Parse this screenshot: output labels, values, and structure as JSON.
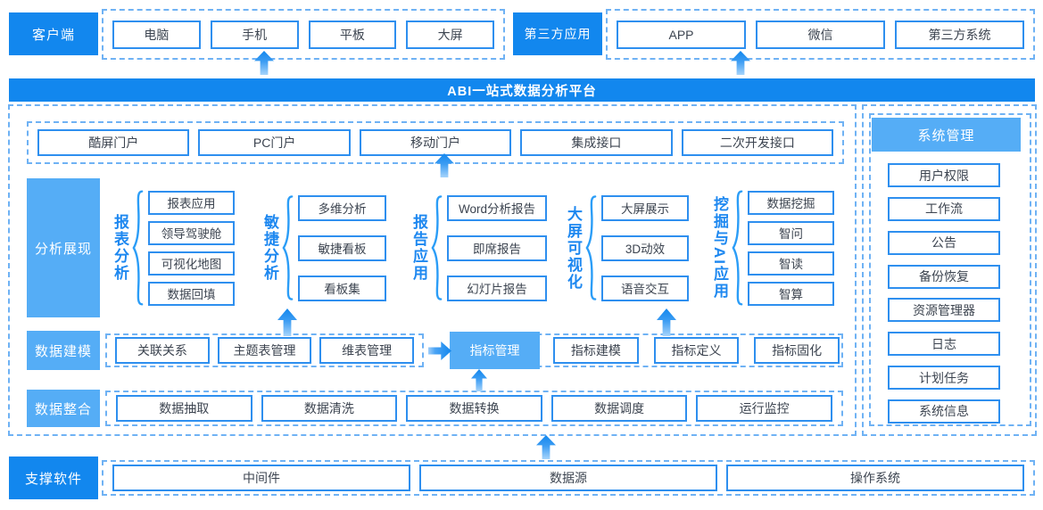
{
  "accent_colors": {
    "dark_blue": "#1287EE",
    "light_blue": "#55ADF6",
    "box_border_blue": "#2E8FEF",
    "dashed_border_blue": "#6FB2F4",
    "group_title_blue": "#1E88F0",
    "box_text": "#3C4450"
  },
  "top": {
    "client": {
      "label": "客户端",
      "devices": [
        "电脑",
        "手机",
        "平板",
        "大屏"
      ]
    },
    "third_party": {
      "label": "第三方应用",
      "apps": [
        "APP",
        "微信",
        "第三方系统"
      ]
    }
  },
  "banner": {
    "title": "ABI一站式数据分析平台"
  },
  "platform": {
    "portals": [
      "酷屏门户",
      "PC门户",
      "移动门户",
      "集成接口",
      "二次开发接口"
    ],
    "analysis": {
      "label": "分析展现",
      "groups": [
        {
          "title": "报表分析",
          "items": [
            "报表应用",
            "领导驾驶舱",
            "可视化地图",
            "数据回填"
          ]
        },
        {
          "title": "敏捷分析",
          "items": [
            "多维分析",
            "敏捷看板",
            "看板集"
          ]
        },
        {
          "title": "报告应用",
          "items": [
            "Word分析报告",
            "即席报告",
            "幻灯片报告"
          ]
        },
        {
          "title": "大屏可视化",
          "items": [
            "大屏展示",
            "3D动效",
            "语音交互"
          ]
        },
        {
          "title": "挖掘与AI应用",
          "items": [
            "数据挖掘",
            "智问",
            "智读",
            "智算"
          ]
        }
      ]
    },
    "modeling": {
      "label": "数据建模",
      "relation_items": [
        "关联关系",
        "主题表管理",
        "维表管理"
      ],
      "metric_highlight": "指标管理",
      "metric_items": [
        "指标建模",
        "指标定义",
        "指标固化"
      ]
    },
    "integration": {
      "label": "数据整合",
      "items": [
        "数据抽取",
        "数据清洗",
        "数据转换",
        "数据调度",
        "运行监控"
      ]
    }
  },
  "system": {
    "label": "系统管理",
    "items": [
      "用户权限",
      "工作流",
      "公告",
      "备份恢复",
      "资源管理器",
      "日志",
      "计划任务",
      "系统信息"
    ]
  },
  "support": {
    "label": "支撑软件",
    "items": [
      "中间件",
      "数据源",
      "操作系统"
    ]
  }
}
